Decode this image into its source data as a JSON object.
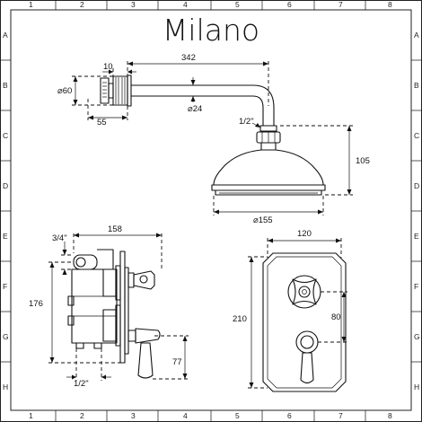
{
  "title": "Milano",
  "grid": {
    "columns": [
      "1",
      "2",
      "3",
      "4",
      "5",
      "6",
      "7",
      "8"
    ],
    "rows": [
      "A",
      "B",
      "C",
      "D",
      "E",
      "F",
      "G",
      "H"
    ]
  },
  "dimensions": {
    "arm_length": "342",
    "flange_depth": "10",
    "wall_plate_dia": "⌀60",
    "flange_offset": "55",
    "arm_dia": "⌀24",
    "head_thread": "1/2\"",
    "head_height": "105",
    "head_dia": "⌀155",
    "valve_depth": "158",
    "outlet_thread": "3/4\"",
    "valve_height": "176",
    "valve_lower": "77",
    "inlet_thread": "1/2\"",
    "plate_width": "120",
    "plate_height": "210",
    "handle_spacing": "80"
  }
}
